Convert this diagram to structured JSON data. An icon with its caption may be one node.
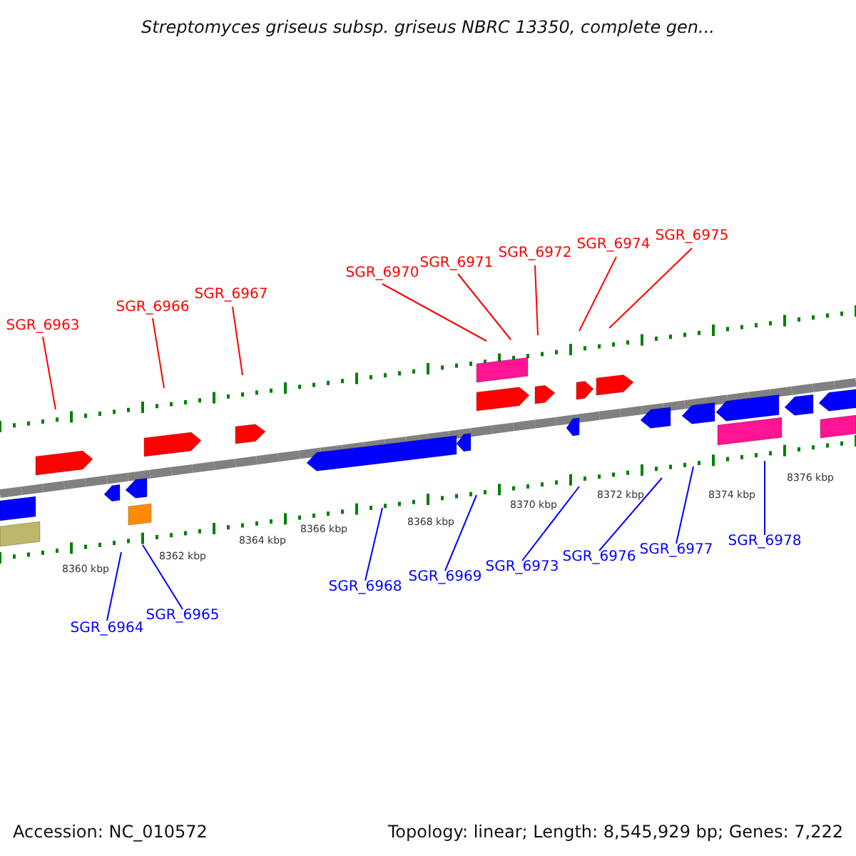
{
  "diagram": {
    "title": "Streptomyces griseus subsp. griseus NBRC 13350, complete gen...",
    "nodes": [
      {
        "text": [
          "SGR_6963"
        ]
      },
      {
        "text": [
          "SGR_6966"
        ]
      },
      {
        "text": [
          "SGR_6967"
        ]
      },
      {
        "text": [
          "SGR_6970"
        ]
      },
      {
        "text": [
          "SGR_6971"
        ]
      },
      {
        "text": [
          "SGR_6972"
        ]
      },
      {
        "text": [
          "SGR_6974"
        ]
      },
      {
        "text": [
          "SGR_6975"
        ]
      },
      {
        "text": [
          "SGR_6964"
        ]
      },
      {
        "text": [
          "SGR_6965"
        ]
      },
      {
        "text": [
          "SGR_6968"
        ]
      },
      {
        "text": [
          "SGR_6969"
        ]
      },
      {
        "text": [
          "SGR_6973"
        ]
      },
      {
        "text": [
          "SGR_6976"
        ]
      },
      {
        "text": [
          "SGR_6977"
        ]
      },
      {
        "text": [
          "SGR_6978"
        ]
      }
    ],
    "edges": [
      {
        "from": 0,
        "to": null,
        "arrow": "none"
      },
      {
        "from": 1,
        "to": null,
        "arrow": "none"
      },
      {
        "from": 2,
        "to": null,
        "arrow": "none"
      },
      {
        "from": 3,
        "to": null,
        "arrow": "none"
      },
      {
        "from": 4,
        "to": null,
        "arrow": "none"
      },
      {
        "from": 5,
        "to": null,
        "arrow": "none"
      },
      {
        "from": 6,
        "to": null,
        "arrow": "none"
      },
      {
        "from": 7,
        "to": null,
        "arrow": "none"
      },
      {
        "from": 8,
        "to": null,
        "arrow": "none",
        "color": "#0000ff"
      },
      {
        "from": 9,
        "to": null,
        "arrow": "none",
        "color": "#0000ff"
      },
      {
        "from": 10,
        "to": null,
        "arrow": "none",
        "color": "#0000ff"
      },
      {
        "from": 11,
        "to": null,
        "arrow": "none",
        "color": "#0000ff"
      },
      {
        "from": 12,
        "to": null,
        "arrow": "none",
        "color": "#0000ff"
      },
      {
        "from": 13,
        "to": null,
        "arrow": "none",
        "color": "#0000ff"
      },
      {
        "from": 14,
        "to": null,
        "arrow": "none",
        "color": "#0000ff"
      },
      {
        "from": 15,
        "to": null,
        "arrow": "none",
        "color": "#0000ff"
      }
    ],
    "labels": [
      "8360 kbp",
      "8362 kbp",
      "8364 kbp",
      "8366 kbp",
      "8368 kbp",
      "8370 kbp",
      "8372 kbp",
      "8374 kbp",
      "8376 kbp",
      "Accession: NC_010572",
      "Topology: linear; Length: 8,545,929 bp; Genes: 7,222"
    ]
  }
}
